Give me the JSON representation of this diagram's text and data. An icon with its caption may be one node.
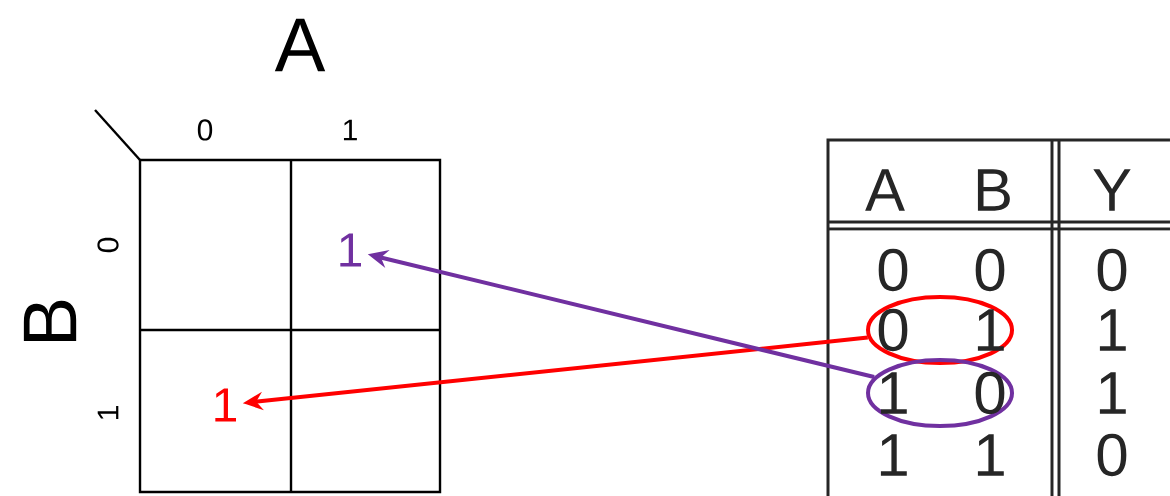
{
  "diagram": {
    "nodes": [
      {
        "text": [
          "1"
        ]
      },
      {
        "text": [
          "1"
        ]
      },
      {
        "text": [
          "0",
          "1"
        ]
      },
      {
        "text": [
          "1",
          "0"
        ]
      }
    ],
    "edges": [
      {
        "from": 2,
        "to": 1,
        "arrow": "to",
        "color": "#ff0000"
      },
      {
        "from": 3,
        "to": 0,
        "arrow": "to",
        "color": "#7030a0"
      }
    ],
    "labels": [
      "A",
      "0",
      "1",
      "B",
      "0",
      "1",
      "A",
      "B",
      "Y",
      "0",
      "0",
      "0",
      "1",
      "1",
      "1",
      "1",
      "0"
    ]
  }
}
